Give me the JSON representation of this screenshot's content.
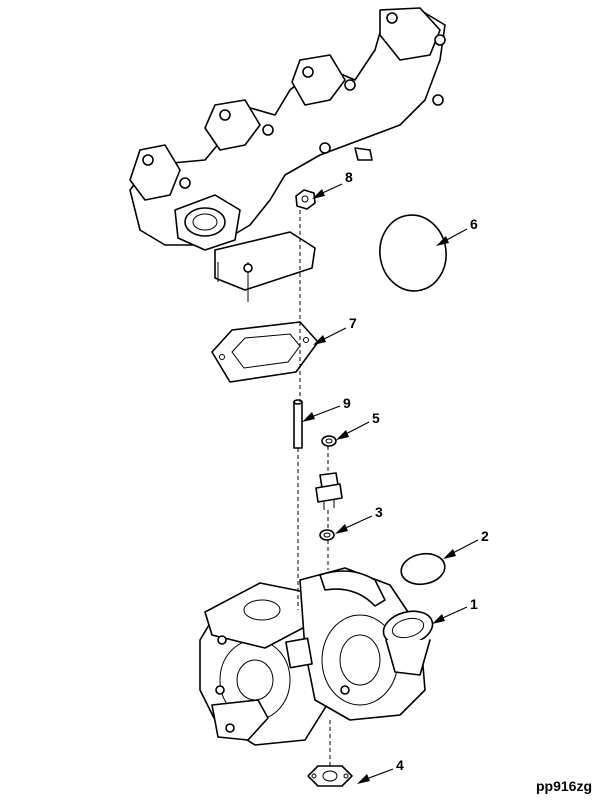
{
  "callouts": {
    "c1": "1",
    "c2": "2",
    "c3": "3",
    "c4": "4",
    "c5": "5",
    "c6": "6",
    "c7": "7",
    "c8": "8",
    "c9": "9"
  },
  "reference_code": "pp916zg"
}
